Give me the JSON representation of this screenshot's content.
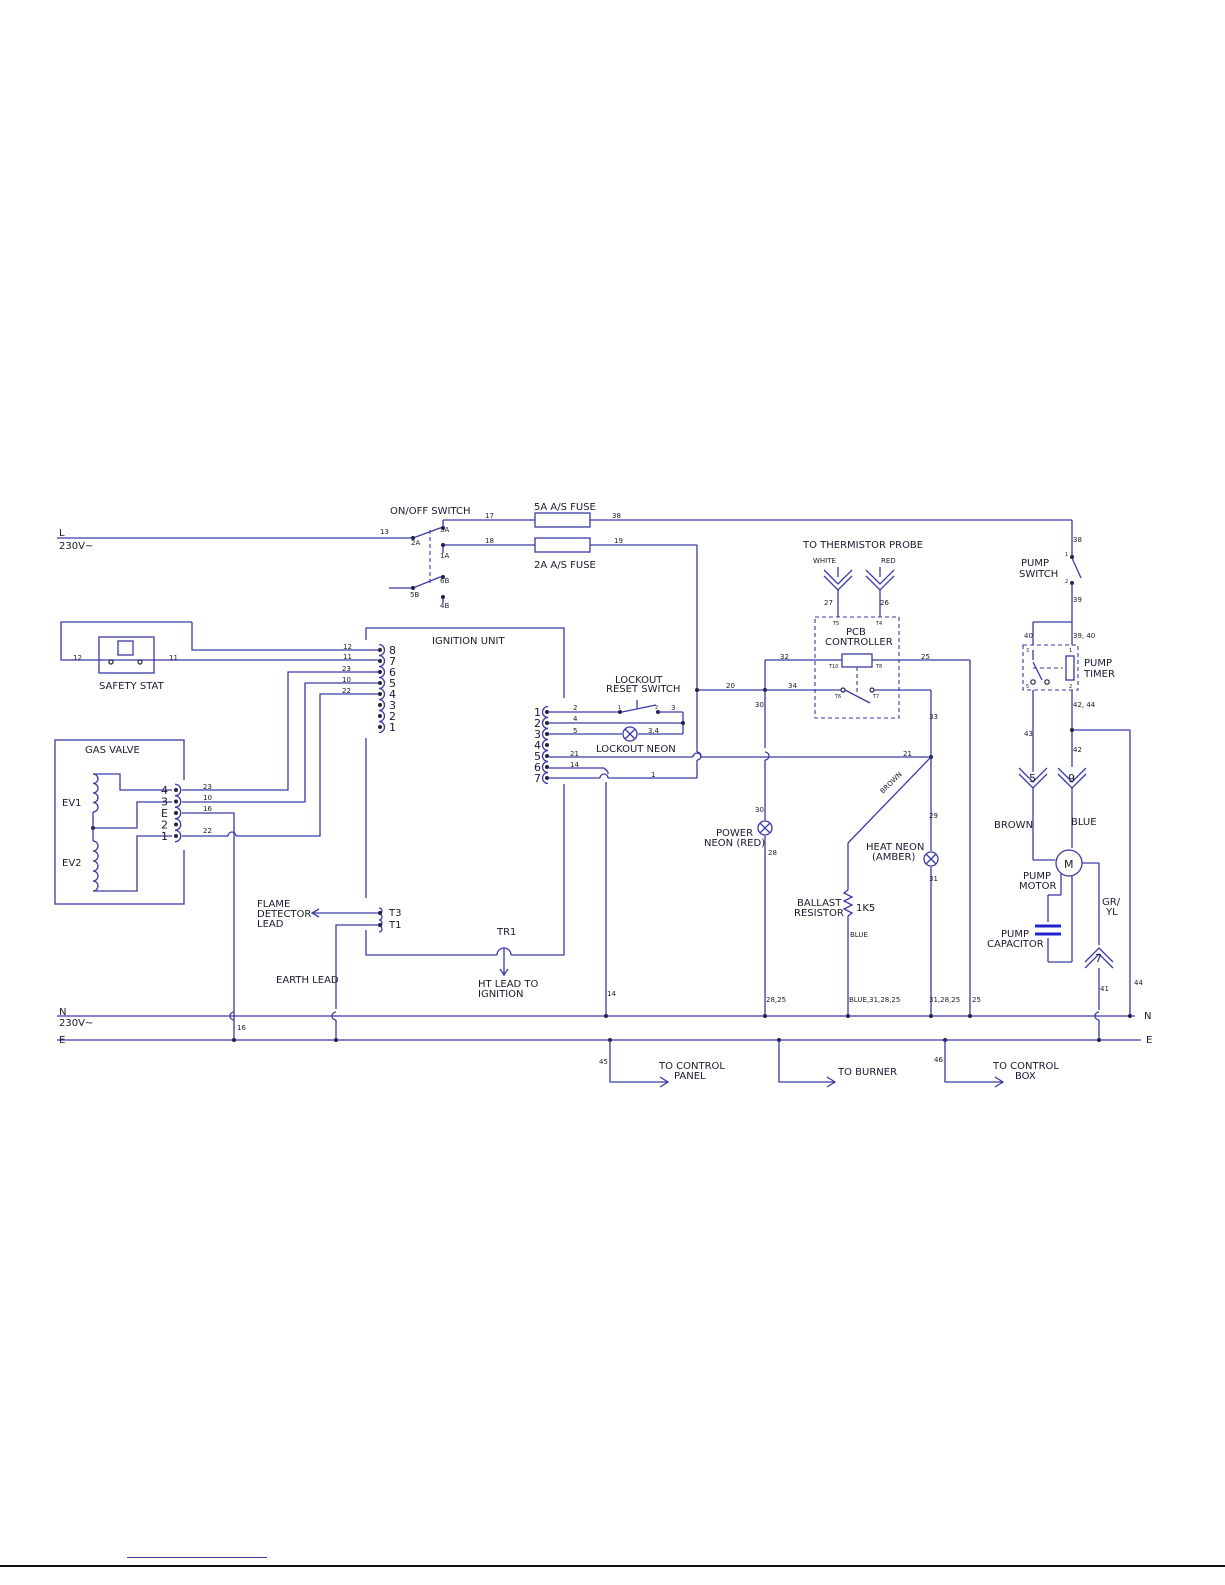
{
  "supply": {
    "live": "L",
    "voltage": "230V~",
    "neutral": "N",
    "neutral_voltage": "230V~",
    "earth": "E",
    "neutral_end": "N",
    "earth_end": "E"
  },
  "components": {
    "on_off_switch": "ON/OFF SWITCH",
    "fuse_5a": "5A A/S FUSE",
    "fuse_2a": "2A A/S FUSE",
    "thermistor": "TO THERMISTOR PROBE",
    "white": "WHITE",
    "red": "RED",
    "pump_switch": [
      "PUMP",
      "SWITCH"
    ],
    "ignition_unit": "IGNITION UNIT",
    "safety_stat": "SAFETY STAT",
    "pcb_controller": [
      "PCB",
      "CONTROLLER"
    ],
    "pump_timer": [
      "PUMP",
      "TIMER"
    ],
    "lockout_reset": [
      "LOCKOUT",
      "RESET SWITCH"
    ],
    "lockout_neon": "LOCKOUT NEON",
    "gas_valve": "GAS VALVE",
    "ev1": "EV1",
    "ev2": "EV2",
    "power_neon": [
      "POWER",
      "NEON (RED)"
    ],
    "heat_neon": [
      "HEAT NEON",
      "(AMBER)"
    ],
    "brown_diag": "BROWN",
    "ballast": [
      "BALLAST",
      "RESISTOR"
    ],
    "ballast_value": "1K5",
    "ballast_blue": "BLUE",
    "flame_detector": [
      "FLAME",
      "DETECTOR",
      "LEAD"
    ],
    "earth_lead": "EARTH LEAD",
    "tr1": "TR1",
    "ht_lead": [
      "HT LEAD TO",
      "IGNITION"
    ],
    "brown": "BROWN",
    "blue": "BLUE",
    "pump_motor": [
      "PUMP",
      "MOTOR"
    ],
    "motor_symbol": "M",
    "pump_capacitor": [
      "PUMP",
      "CAPACITOR"
    ],
    "gryl": [
      "GR/",
      "YL"
    ],
    "to_control_panel": [
      "TO CONTROL",
      "PANEL"
    ],
    "to_burner": "TO BURNER",
    "to_control_box": [
      "TO CONTROL",
      "BOX"
    ]
  },
  "wire_numbers": {
    "w13": "13",
    "w17": "17",
    "w38a": "38",
    "w38b": "38",
    "w18": "18",
    "w19": "19",
    "w12a": "12",
    "w11a": "11",
    "w12b": "12",
    "w11b": "11",
    "w23a": "23",
    "w10a": "10",
    "w22a": "22",
    "w23b": "23",
    "w10b": "10",
    "w16a": "16",
    "w22b": "22",
    "w27": "27",
    "w26": "26",
    "w32": "32",
    "w25a": "25",
    "w20": "20",
    "w34": "34",
    "w30a": "30",
    "w33": "33",
    "w21a": "21",
    "w21b": "21",
    "w2": "2",
    "w3": "3",
    "w4": "4",
    "w5": "5",
    "w34b": "3,4",
    "w14a": "14",
    "w1": "1",
    "w30b": "30",
    "w28": "28",
    "w29": "29",
    "w31": "31",
    "w39": "39",
    "w40": "40",
    "w3940": "39, 40",
    "w4244": "42, 44",
    "w43": "43",
    "w42": "42",
    "w41": "41",
    "w44": "44",
    "w14b": "14",
    "w2825": "28,25",
    "wblue": "BLUE,31,28,25",
    "w312825": "31,28,25",
    "w25b": "25",
    "w16b": "16",
    "w45": "45",
    "w46": "46"
  },
  "terminals": {
    "ign_right": [
      "8",
      "7",
      "6",
      "5",
      "4",
      "3",
      "2",
      "1"
    ],
    "ign_left": [
      "1",
      "2",
      "3",
      "4",
      "5",
      "6",
      "7"
    ],
    "gas_valve": [
      "4",
      "3",
      "E",
      "2",
      "1"
    ],
    "t3": "T3",
    "t1": "T1",
    "pump_conn_brown": "5",
    "pump_conn_blue": "9",
    "earth_conn": "7",
    "sw_2a": "2A",
    "sw_3a": "3A",
    "sw_1a": "1A",
    "sw_5b": "5B",
    "sw_6b": "6B",
    "sw_4b": "4B",
    "ps_1": "1",
    "ps_2": "2",
    "pcb_t5": "T5",
    "pcb_t4": "T4",
    "pcb_t10": "T10",
    "pcb_t8": "T8",
    "pcb_t6": "T6",
    "pcb_t7": "T7",
    "ls_1": "1",
    "ls_2": "2",
    "tm_1": "3",
    "tm_2": "1",
    "tm_3": "5",
    "tm_4": "2"
  }
}
